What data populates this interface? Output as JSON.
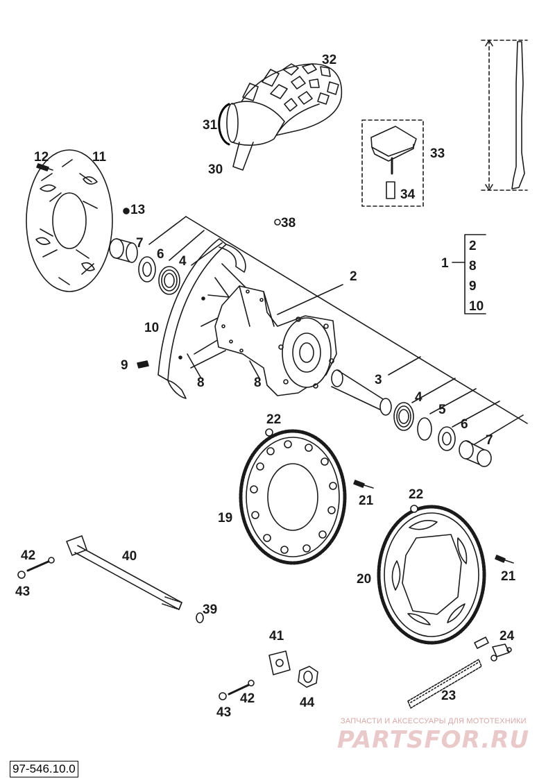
{
  "diagram_code": "97-546.10.0",
  "watermark": {
    "tagline": "ЗАПЧАСТИ И АКСЕССУАРЫ ДЛЯ МОТОТЕХНИКИ",
    "brand": "PARTSFOR.RU"
  },
  "callouts": {
    "c1": "1",
    "c2": "2",
    "c3": "3",
    "c4": "4",
    "c5": "5",
    "c6": "6",
    "c7": "7",
    "c8": "8",
    "c9": "9",
    "c10": "10",
    "c11": "11",
    "c12": "12",
    "c13": "13",
    "c19": "19",
    "c20": "20",
    "c21": "21",
    "c22": "22",
    "c23": "23",
    "c24": "24",
    "c30": "30",
    "c31": "31",
    "c32": "32",
    "c33": "33",
    "c34": "34",
    "c38": "38",
    "c39": "39",
    "c40": "40",
    "c41": "41",
    "c42": "42",
    "c43": "43",
    "c44": "44"
  },
  "assembly_1_members": [
    "2",
    "8",
    "9",
    "10"
  ]
}
